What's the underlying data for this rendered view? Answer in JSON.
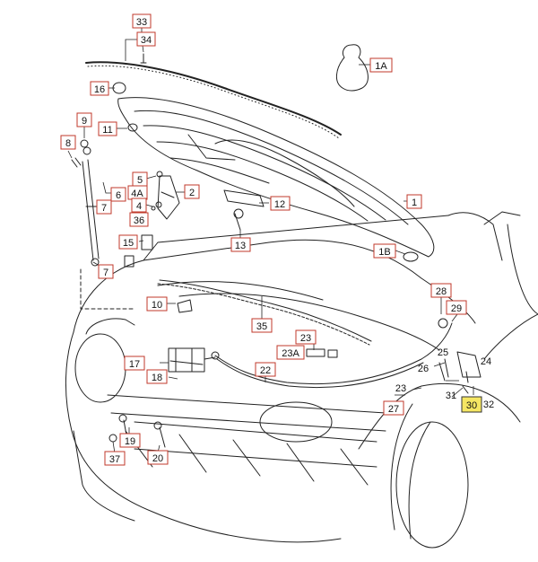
{
  "colors": {
    "line": "#222222",
    "callout_border": "#c0392b",
    "highlight": "#f5e663"
  },
  "labels": {
    "l33": "33",
    "l34": "34",
    "l16": "16",
    "l9": "9",
    "l11": "11",
    "l8": "8",
    "l5": "5",
    "l6": "6",
    "l4a": "4A",
    "l4": "4",
    "l2": "2",
    "l7a": "7",
    "l36": "36",
    "l15": "15",
    "l7b": "7",
    "l12": "12",
    "l13": "13",
    "l1": "1",
    "l1a": "1A",
    "l1b": "1B",
    "l10": "10",
    "l35": "35",
    "l28": "28",
    "l29": "29",
    "l23": "23",
    "l23a": "23A",
    "l17": "17",
    "l18": "18",
    "l22": "22",
    "l26": "26",
    "l25": "25",
    "l24": "24",
    "l23b": "23",
    "l27": "27",
    "l31": "31",
    "l30": "30",
    "l32": "32",
    "l19": "19",
    "l37": "37",
    "l20": "20"
  }
}
